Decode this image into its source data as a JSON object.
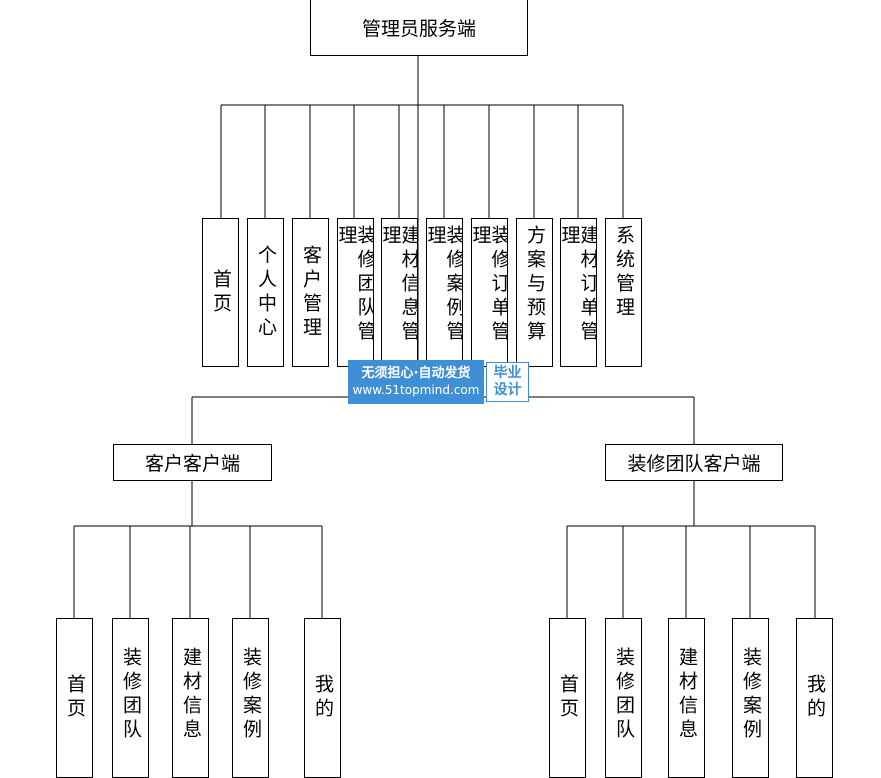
{
  "admin": {
    "title": "管理员服务端",
    "modules": [
      "首页",
      "个人中心",
      "客户管理",
      "装修团队管理",
      "建材信息管理",
      "装修案例管理",
      "装修订单管理",
      "方案与预算",
      "建材订单管理",
      "系统管理"
    ]
  },
  "customer": {
    "title": "客户客户端",
    "modules": [
      "首页",
      "装修团队",
      "建材信息",
      "装修案例",
      "我的"
    ]
  },
  "team": {
    "title": "装修团队客户端",
    "modules": [
      "首页",
      "装修团队",
      "建材信息",
      "装修案例",
      "我的"
    ]
  },
  "watermark": {
    "line1": "无须担心·自动发货",
    "line2": "www.51topmind.com",
    "badge1": "毕业",
    "badge2": "设计",
    "color": "#3f8fd7"
  }
}
